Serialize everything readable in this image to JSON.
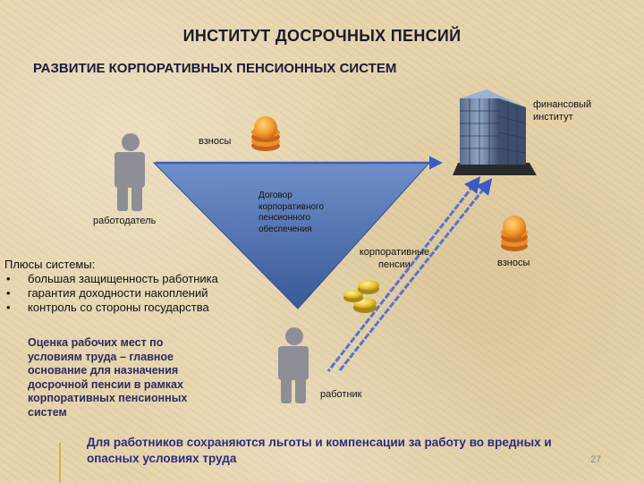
{
  "header": {
    "title": "ИНСТИТУТ ДОСРОЧНЫХ ПЕНСИЙ",
    "subtitle": "РАЗВИТИЕ КОРПОРАТИВНЫХ ПЕНСИОННЫХ СИСТЕМ"
  },
  "diagram": {
    "financial_institution": "финансовый\nинститут",
    "contributions_top": "взносы",
    "employer": "работодатель",
    "contract": "Договор\nкорпоративного\nпенсионного\nобеспечения",
    "corporate_pensions": "корпоративные\nпенсии",
    "contributions_right": "взносы",
    "worker": "работник"
  },
  "pluses": {
    "heading": "Плюсы системы:",
    "items": [
      "большая защищенность работника",
      "гарантия доходности накоплений",
      "контроль со стороны государства"
    ]
  },
  "note": "Оценка рабочих мест по условиям труда – главное основание для назначения досрочной пенсии в рамках корпоративных пенсионных систем",
  "footer": {
    "text": "Для работников сохраняются льготы и компенсации за работу во вредных и опасных условиях труда",
    "page_number": "27"
  },
  "colors": {
    "triangle": "#4a6fb0",
    "arrow": "#3a5cc0",
    "person": "#8e8e96",
    "coin": "#e8902a"
  }
}
